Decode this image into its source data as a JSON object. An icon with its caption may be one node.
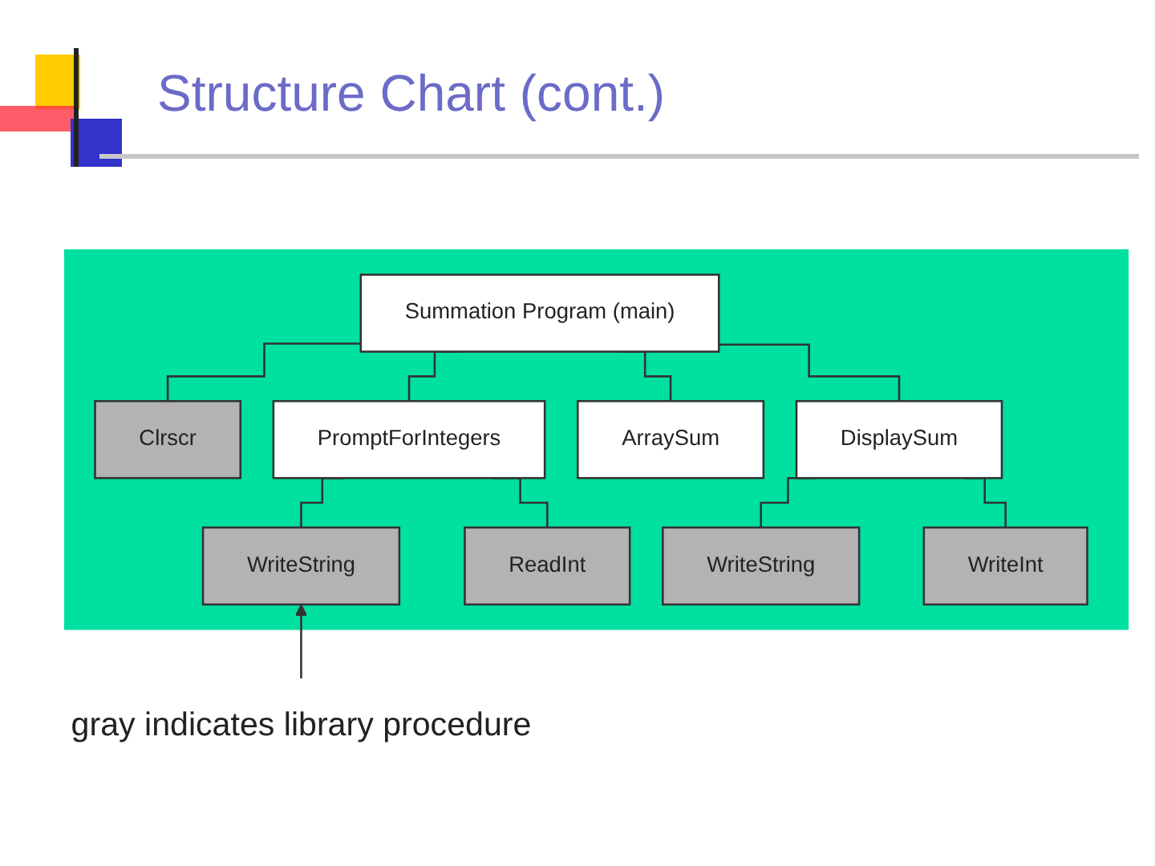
{
  "diagram": {
    "title": "Structure Chart (cont.)",
    "nodes": [
      {
        "text": [],
        "shape": "box"
      },
      {
        "text": [
          "Summation Program (main)"
        ],
        "in": 0
      },
      {
        "text": [
          "Clrscr"
        ],
        "in": 0
      },
      {
        "text": [
          "PromptForIntegers"
        ],
        "in": 0
      },
      {
        "text": [
          "ArraySum"
        ],
        "in": 0
      },
      {
        "text": [
          "DisplaySum"
        ],
        "in": 0
      },
      {
        "text": [
          "WriteString"
        ],
        "in": 0
      },
      {
        "text": [
          "ReadInt"
        ],
        "in": 0
      },
      {
        "text": [
          "WriteString"
        ],
        "in": 0
      },
      {
        "text": [
          "WriteInt"
        ],
        "in": 0
      },
      {
        "text": [
          "gray indicates library procedure"
        ]
      }
    ],
    "edges": [
      {
        "from": 1,
        "to": 2,
        "arrow": "none"
      },
      {
        "from": 1,
        "to": 3,
        "arrow": "none"
      },
      {
        "from": 1,
        "to": 4,
        "arrow": "none"
      },
      {
        "from": 1,
        "to": 5,
        "arrow": "none"
      },
      {
        "from": 3,
        "to": 6,
        "arrow": "none"
      },
      {
        "from": 3,
        "to": 7,
        "arrow": "none"
      },
      {
        "from": 5,
        "to": 8,
        "arrow": "none"
      },
      {
        "from": 5,
        "to": 9,
        "arrow": "none"
      },
      {
        "from": 10,
        "to": 6,
        "arrow": "to"
      }
    ]
  }
}
